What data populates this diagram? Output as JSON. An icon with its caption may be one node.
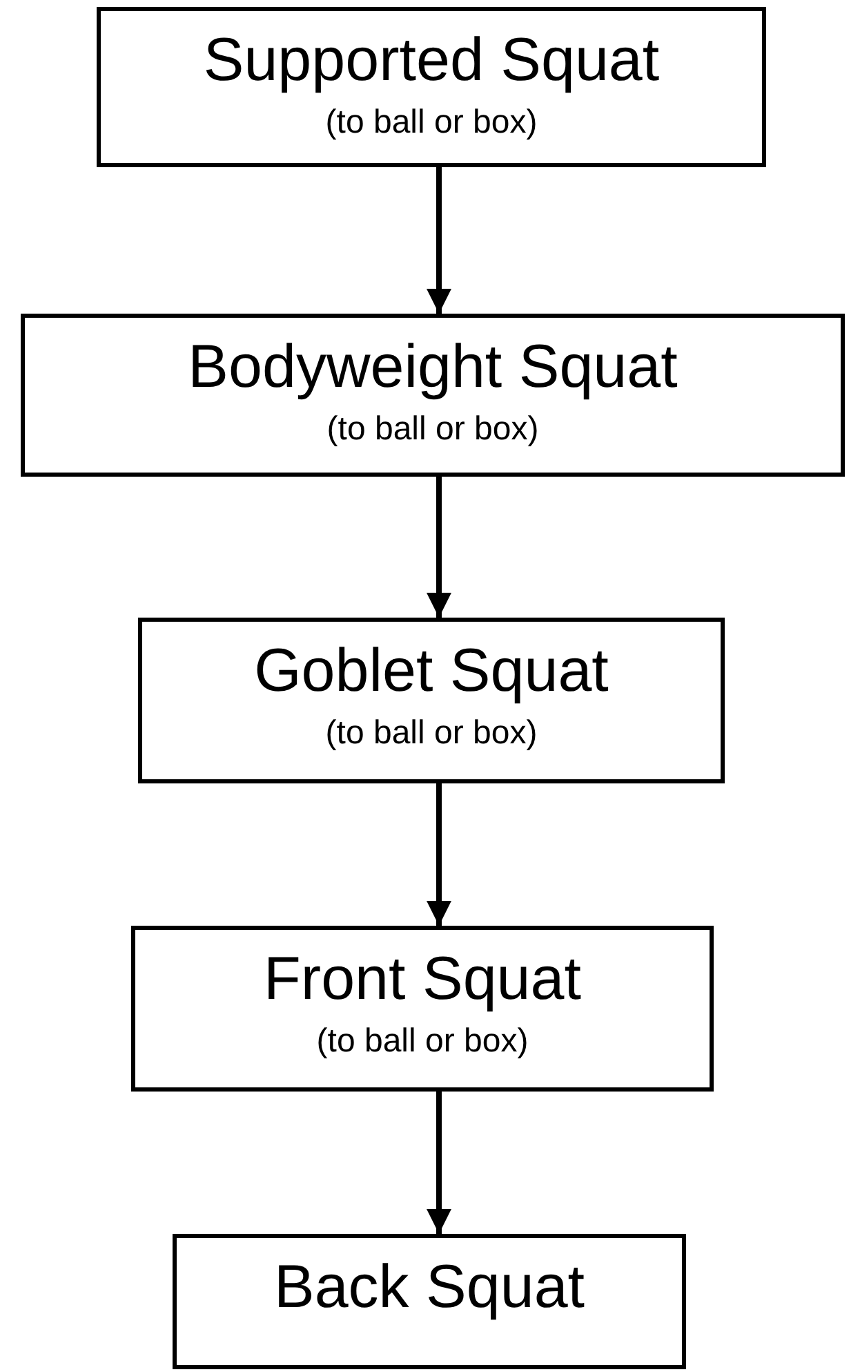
{
  "diagram": {
    "nodes": [
      {
        "text": [
          "Supported Squat",
          "(to ball or box)"
        ]
      },
      {
        "text": [
          "Bodyweight Squat",
          "(to ball or box)"
        ]
      },
      {
        "text": [
          "Goblet Squat",
          "(to ball or box)"
        ]
      },
      {
        "text": [
          "Front Squat",
          "(to ball or box)"
        ]
      },
      {
        "text": [
          "Back Squat"
        ]
      }
    ],
    "edges": [
      {
        "from": 0,
        "to": 1,
        "arrow": "to"
      },
      {
        "from": 1,
        "to": 2,
        "arrow": "to"
      },
      {
        "from": 2,
        "to": 3,
        "arrow": "to"
      },
      {
        "from": 3,
        "to": 4,
        "arrow": "to"
      }
    ]
  }
}
